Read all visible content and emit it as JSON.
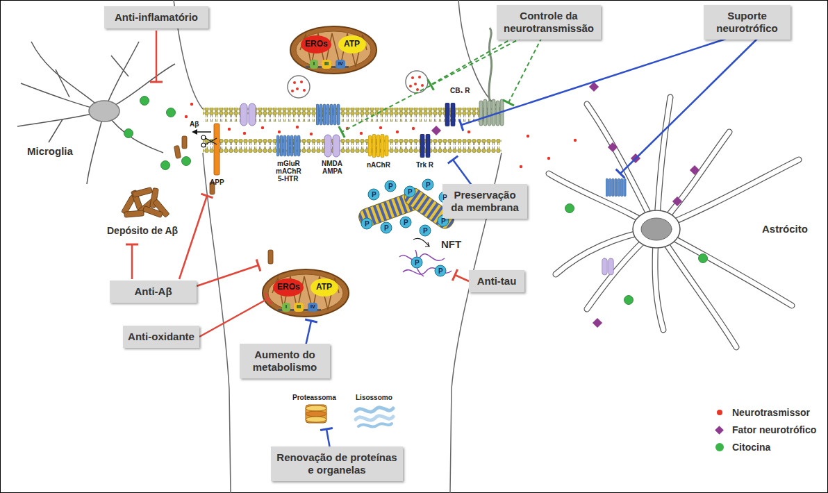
{
  "diagram": {
    "nodes": [
      {
        "text": [
          "Anti-inflamatório"
        ]
      },
      {
        "text": [
          "Controle da neurotransmissão"
        ]
      },
      {
        "text": [
          "Suporte neurotrófico"
        ]
      },
      {
        "text": [
          "Preservação da membrana"
        ]
      },
      {
        "text": [
          "Anti-tau"
        ]
      },
      {
        "text": [
          "Anti-Aβ"
        ]
      },
      {
        "text": [
          "Anti-oxidante"
        ]
      },
      {
        "text": [
          "Aumento do metabolismo"
        ]
      },
      {
        "text": [
          "Renovação de proteínas e organelas"
        ]
      }
    ],
    "labels": [
      "Microglia",
      "Astrócito",
      "EROs",
      "ATP",
      "I",
      "III",
      "IV",
      "EROs",
      "ATP",
      "I",
      "III",
      "IV",
      "CB₁ R",
      "Aβ",
      "APP",
      "mGluR",
      "mAChR",
      "5-HTR",
      "NMDA",
      "AMPA",
      "nAChR",
      "Trk R",
      "Depósito de Aβ",
      "NFT",
      "P",
      "P",
      "P",
      "P",
      "P",
      "P",
      "P",
      "P",
      "P",
      "P",
      "P",
      "P",
      "Proteassoma",
      "Lisossomo"
    ],
    "legend": [
      {
        "text": "Neurotrasmissor",
        "color": "#e8352a"
      },
      {
        "text": "Fator neurotrófico",
        "color": "#8e3a8e"
      },
      {
        "text": "Citocina",
        "color": "#3bb54a"
      }
    ]
  }
}
